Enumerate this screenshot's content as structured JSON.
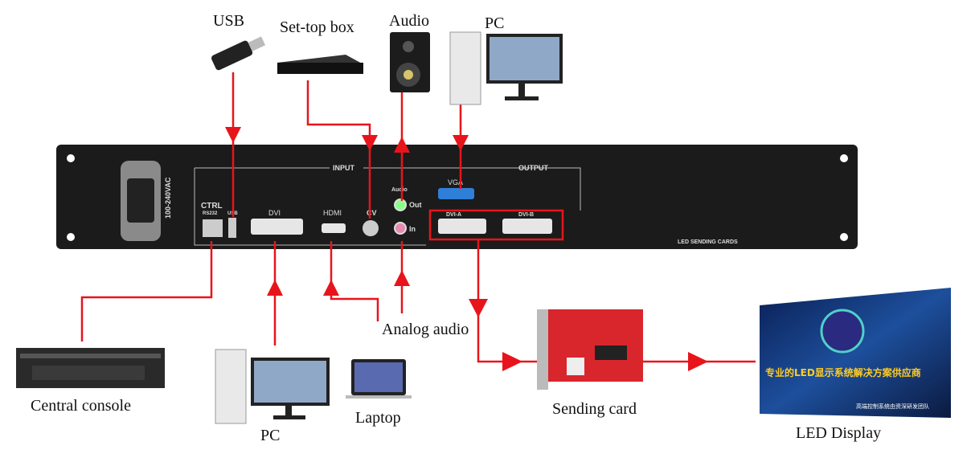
{
  "devices": {
    "usb": "USB",
    "settop": "Set-top box",
    "audio": "Audio",
    "pc_top": "PC",
    "console": "Central console",
    "pc_bottom": "PC",
    "laptop": "Laptop",
    "analog_audio": "Analog audio",
    "sending_card": "Sending card",
    "led_display": "LED Display"
  },
  "panel": {
    "voltage": "100-240VAC",
    "input": "INPUT",
    "output": "OUTPUT",
    "ctrl": "CTRL",
    "rs232": "RS232",
    "usb": "USB",
    "dvi": "DVI",
    "hdmi": "HDMI",
    "cv": "CV",
    "audio": "Audio",
    "out": "Out",
    "in": "In",
    "vga": "VGA",
    "dvi_a": "DVI-A",
    "dvi_b": "DVI-B",
    "sending_cards": "LED SENDING CARDS"
  },
  "screen": {
    "headline": "专业的LED显示系统解决方案供应商",
    "subline": "高端控制系统由资深研发团队"
  },
  "colors": {
    "wire": "#e8141b",
    "panel": "#1b1b1b",
    "card": "#d8262c",
    "screen": "#0d2a6b"
  }
}
